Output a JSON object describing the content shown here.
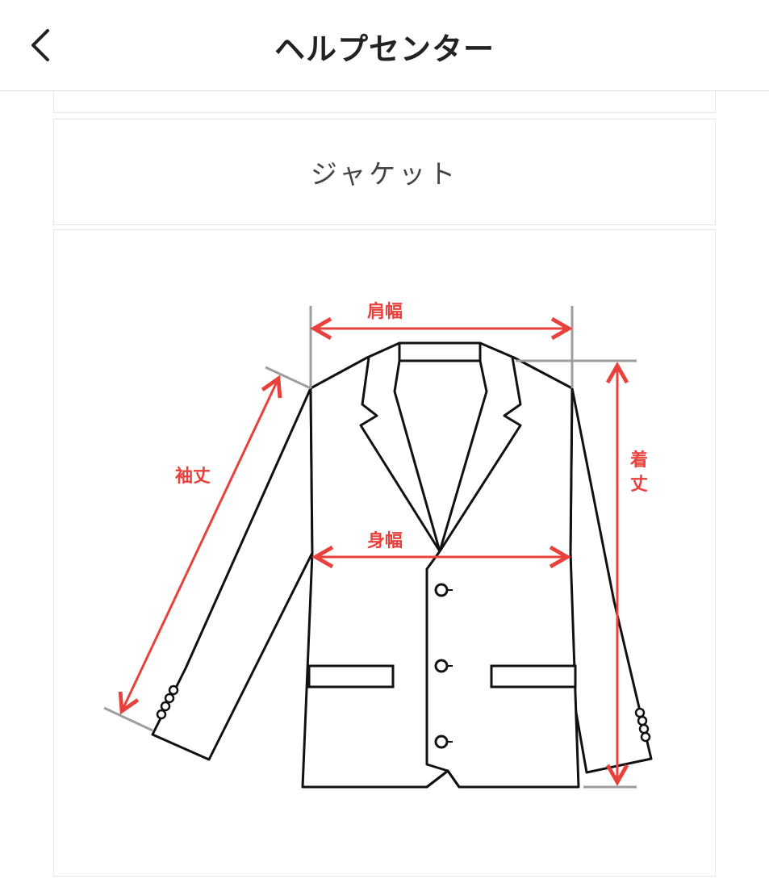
{
  "header": {
    "title": "ヘルプセンター",
    "back_icon": "chevron-left-icon"
  },
  "section": {
    "title": "ジャケット"
  },
  "diagram": {
    "labels": {
      "shoulder_width": "肩幅",
      "body_width": "身幅",
      "sleeve_length": "袖丈",
      "length_top": "着",
      "length_bottom": "丈"
    },
    "colors": {
      "measure": "#e8413c",
      "guide": "#9e9e9e",
      "outline": "#111111"
    }
  }
}
